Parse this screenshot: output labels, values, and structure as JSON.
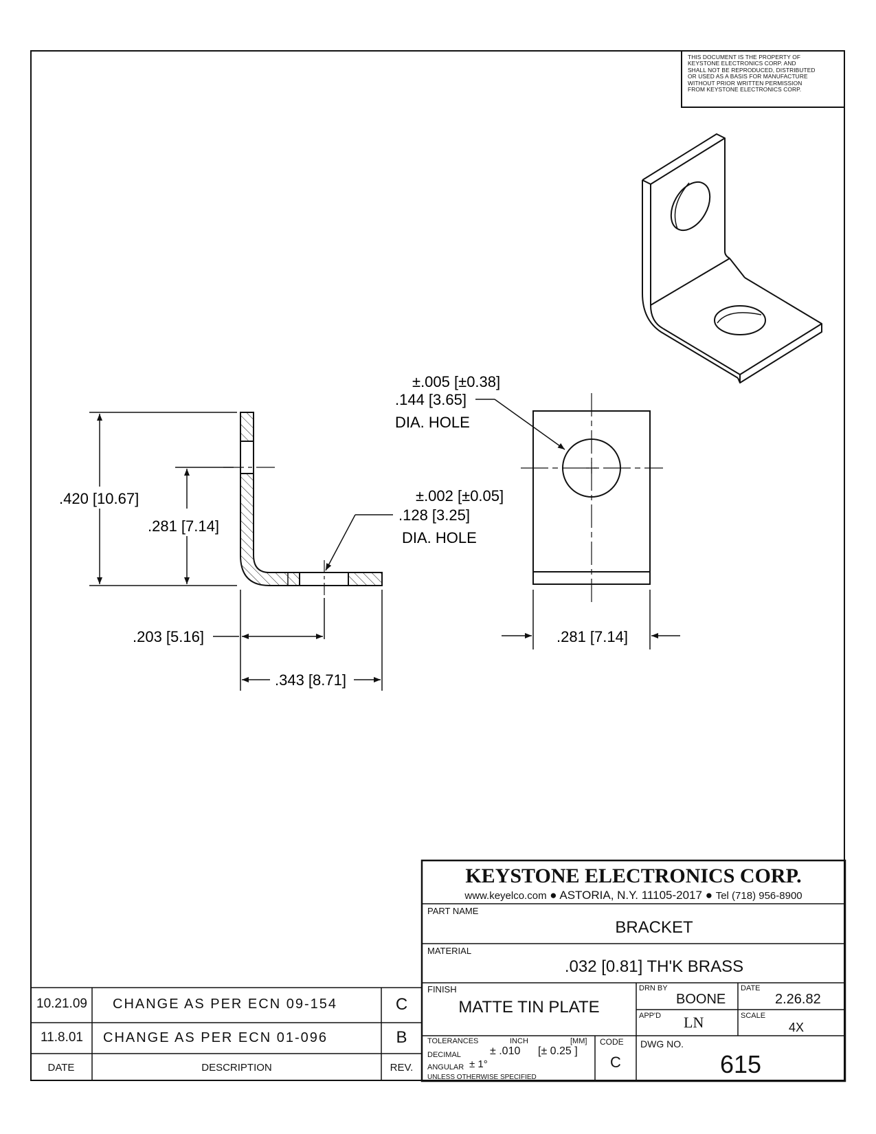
{
  "notice": {
    "lines": [
      "THIS DOCUMENT IS THE PROPERTY OF",
      "KEYSTONE ELECTRONICS CORP. AND",
      "SHALL NOT BE REPRODUCED, DISTRIBUTED",
      "OR USED AS A BASIS FOR MANUFACTURE",
      "WITHOUT PRIOR WRITTEN PERMISSION",
      "FROM KEYSTONE ELECTRONICS CORP."
    ]
  },
  "dimensions": {
    "hole1_tol": "±.005 [±0.38]",
    "hole1_size": ".144 [3.65]",
    "hole1_label": "DIA. HOLE",
    "hole2_tol": "±.002 [±0.05]",
    "hole2_size": ".128 [3.25]",
    "hole2_label": "DIA. HOLE",
    "overall_height": ".420 [10.67]",
    "hole_height": ".281 [7.14]",
    "hole_offset": ".203 [5.16]",
    "base_length": ".343 [8.71]",
    "width": ".281 [7.14]"
  },
  "title_block": {
    "company": "KEYSTONE ELECTRONICS CORP.",
    "website": "www.keyelco.com",
    "address": "ASTORIA, N.Y. 11105-2017",
    "phone": "Tel (718) 956-8900",
    "bullet": "●",
    "part_name_label": "PART NAME",
    "part_name": "BRACKET",
    "material_label": "MATERIAL",
    "material": ".032 [0.81] TH'K BRASS",
    "finish_label": "FINISH",
    "finish": "MATTE TIN PLATE",
    "drn_by_label": "DRN BY",
    "drn_by": "BOONE",
    "date_label": "DATE",
    "date": "2.26.82",
    "appd_label": "APP'D",
    "appd": "LN",
    "scale_label": "SCALE",
    "scale": "4X",
    "tolerances_label": "TOLERANCES",
    "inch_label": "INCH",
    "mm_label": "[MM]",
    "code_label": "CODE",
    "decimal_label": "DECIMAL",
    "decimal_tol": "± .010",
    "decimal_tol_mm": "[± 0.25 ]",
    "angular_label": "ANGULAR",
    "angular_tol": "± 1°",
    "unless_label": "UNLESS OTHERWISE SPECIFIED",
    "code": "C",
    "dwg_no_label": "DWG NO.",
    "dwg_no": "615"
  },
  "revisions": {
    "rows": [
      {
        "date": "10.21.09",
        "description": "CHANGE AS PER ECN 09-154",
        "rev": "C"
      },
      {
        "date": "11.8.01",
        "description": "CHANGE AS PER ECN 01-096",
        "rev": "B"
      }
    ],
    "header": {
      "date": "DATE",
      "description": "DESCRIPTION",
      "rev": "REV."
    }
  }
}
